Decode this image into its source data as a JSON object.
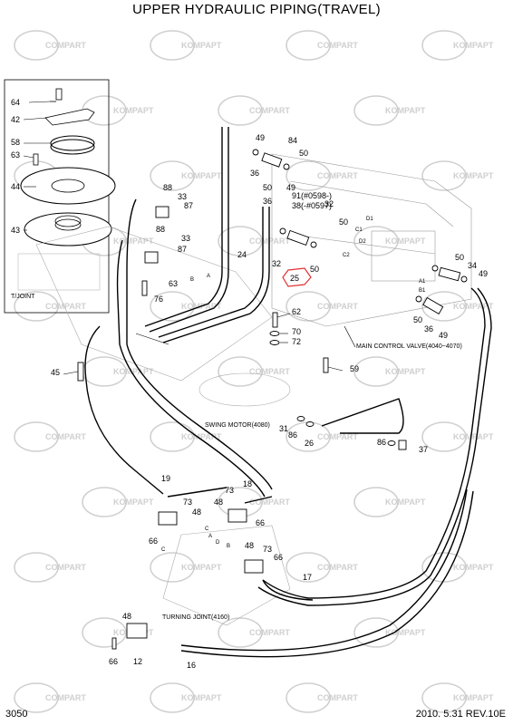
{
  "title": "UPPER HYDRAULIC PIPING(TRAVEL)",
  "footer": {
    "page_number": "3050",
    "date_rev": "2010. 5.31  REV.10E"
  },
  "watermark": {
    "brand_a": "KOMPAPT",
    "brand_b": "COMPART",
    "color": "#cfcfcf"
  },
  "highlight_color": "#e03030",
  "callouts": {
    "tjoint_inset": {
      "caption": "T/JOINT",
      "parts": [
        "64",
        "42",
        "58",
        "63",
        "44",
        "43"
      ]
    },
    "main_control_valve": {
      "caption": "MAIN CONTROL VALVE(4040~4070)"
    },
    "swing_motor": {
      "caption": "SWING MOTOR(4080)"
    },
    "turning_joint": {
      "caption": "TURNING JOINT(4160)"
    },
    "serial_note_a": "91(#0598-)",
    "serial_note_b": "38(-#0597)"
  },
  "part_numbers": [
    "49",
    "84",
    "50",
    "36",
    "50",
    "49",
    "36",
    "88",
    "33",
    "87",
    "88",
    "33",
    "87",
    "91(#0598-)",
    "38(-#0597)",
    "32",
    "50",
    "24",
    "32",
    "50",
    "25",
    "50",
    "34",
    "49",
    "63",
    "76",
    "62",
    "70",
    "72",
    "59",
    "45",
    "50",
    "36",
    "49",
    "31",
    "86",
    "26",
    "86",
    "37",
    "19",
    "18",
    "73",
    "48",
    "48",
    "73",
    "66",
    "66",
    "48",
    "73",
    "66",
    "17",
    "48",
    "66",
    "12",
    "16"
  ],
  "port_letters": [
    "A",
    "B",
    "D1",
    "C1",
    "D2",
    "C2",
    "A1",
    "B1",
    "A",
    "B",
    "C",
    "C",
    "D"
  ]
}
